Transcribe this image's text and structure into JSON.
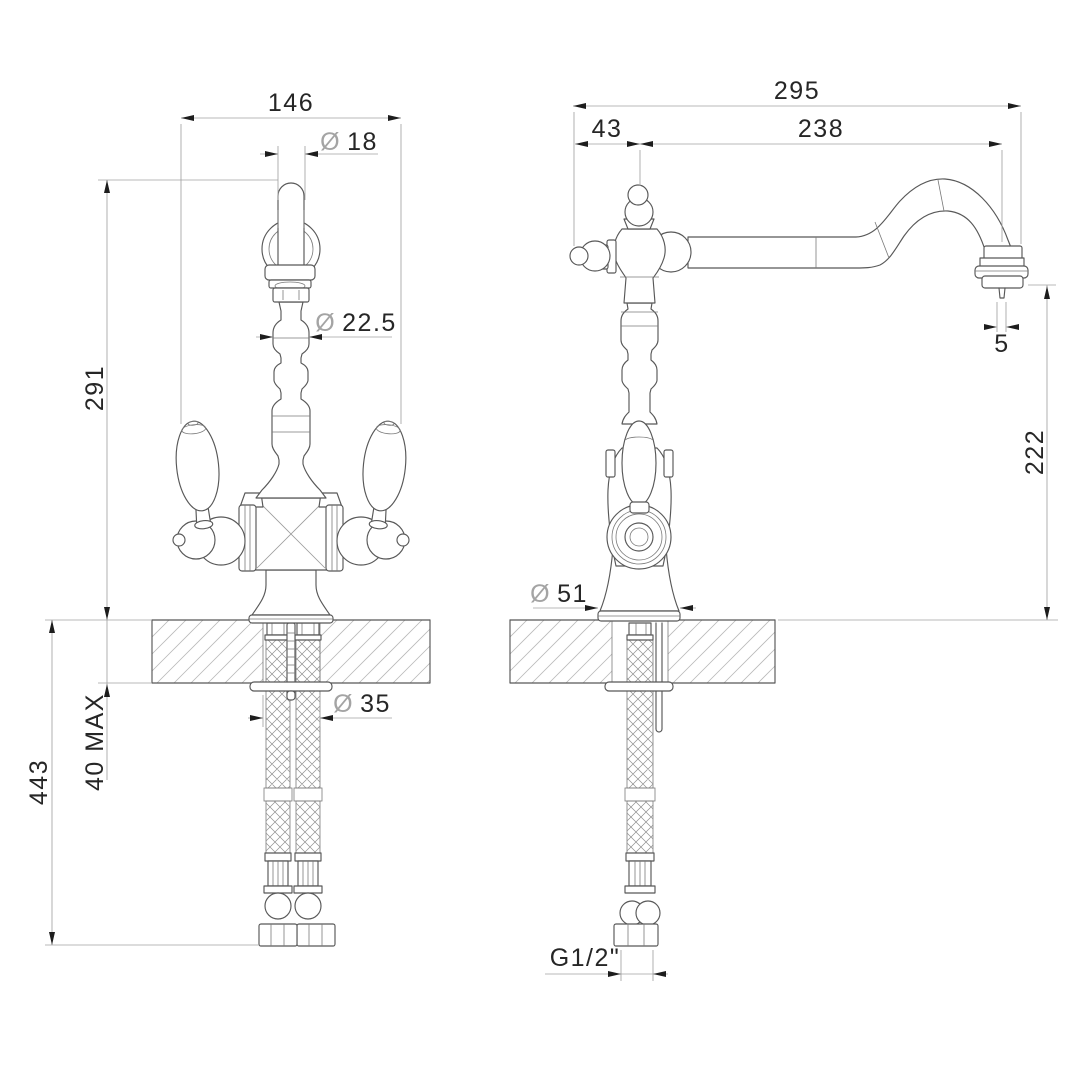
{
  "dims": {
    "front": {
      "handle_width": "146",
      "spout_dia": {
        "sym": "Ø",
        "val": "18"
      },
      "column_dia": {
        "sym": "Ø",
        "val": "22.5"
      },
      "height_above_bench": "291",
      "bench_thickness": "40 MAX",
      "below_bench": "443",
      "hole_dia": {
        "sym": "Ø",
        "val": "35"
      }
    },
    "side": {
      "overall_projection": "295",
      "rear_offset": "43",
      "spout_projection": "238",
      "outlet_offset": "5",
      "outlet_height": "222",
      "base_dia": {
        "sym": "Ø",
        "val": "51"
      },
      "inlet_thread": "G1/2\""
    }
  },
  "colors": {
    "background": "#ffffff",
    "object_line": "#585858",
    "dimension_line": "#a2a2a2",
    "arrow": "#1d1d1d",
    "text": "#262626",
    "hatch": "#b9b9b9"
  }
}
